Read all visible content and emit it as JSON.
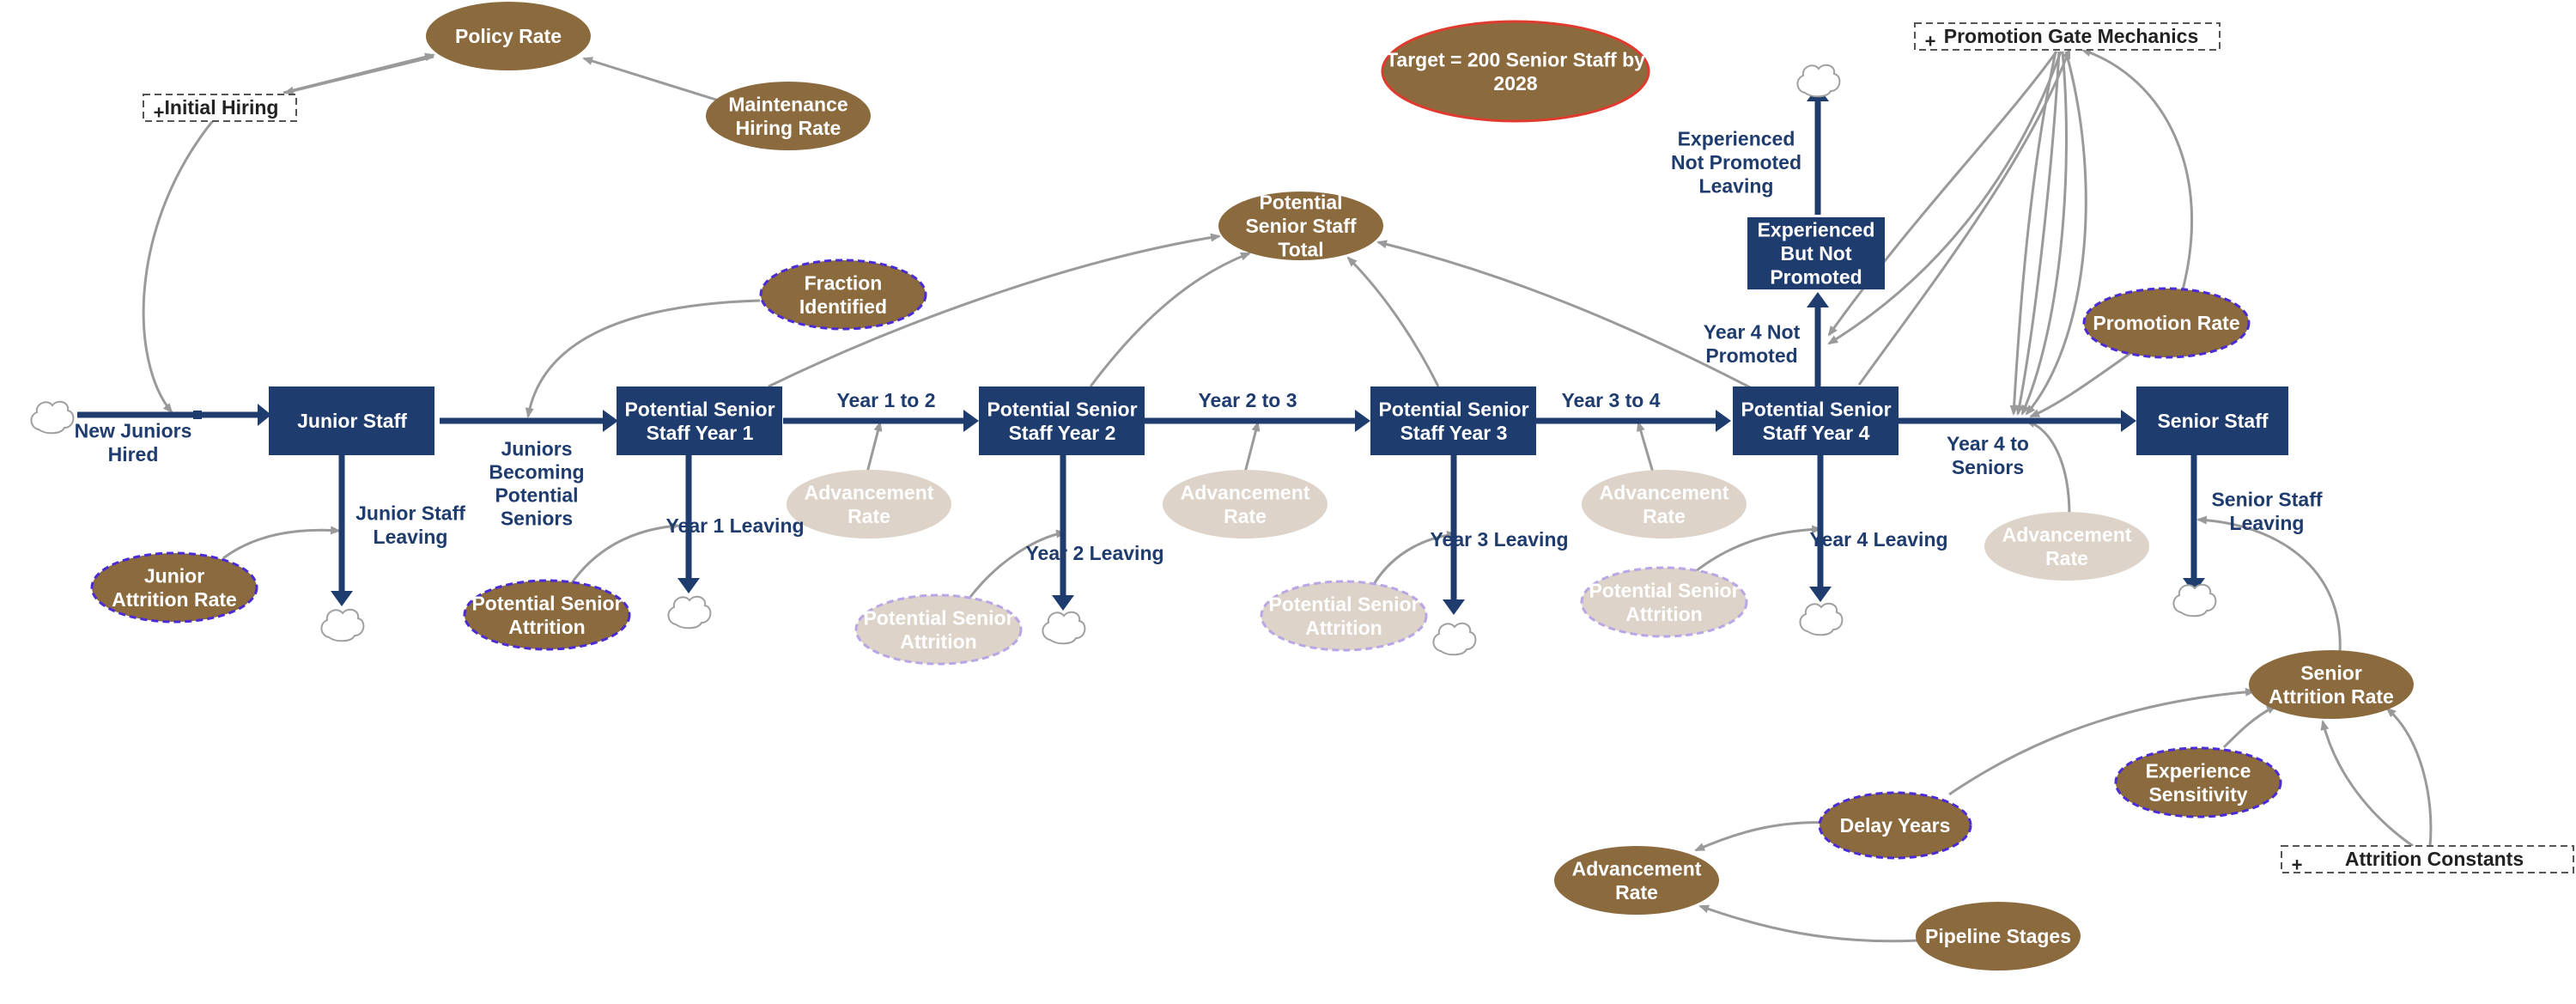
{
  "colors": {
    "stock": "#1f3c6e",
    "flow": "#1f3c6e",
    "aux": "#8b6a3e",
    "ghost_aux": "#ddd3c8",
    "link": "#9a9a9a",
    "dash_blue": "#4b2bd6",
    "target_border": "#e03a2e",
    "text_dark": "#1f3c6e",
    "white": "#ffffff"
  },
  "stocks": {
    "junior": "Junior Staff",
    "psy1": "Potential Senior Staff Year 1",
    "psy2": "Potential Senior Staff Year 2",
    "psy3": "Potential Senior Staff Year 3",
    "psy4": "Potential Senior Staff Year 4",
    "senior": "Senior Staff",
    "experienced": "Experienced But Not Promoted"
  },
  "flows": {
    "new_juniors": "New Juniors Hired",
    "juniors_becoming": "Juniors Becoming Potential Seniors",
    "y12": "Year 1 to 2",
    "y23": "Year 2 to 3",
    "y34": "Year 3 to 4",
    "y4s": "Year 4 to Seniors",
    "y4np": "Year 4 Not Promoted",
    "exp_leaving": "Experienced Not Promoted Leaving",
    "junior_leaving": "Junior Staff Leaving",
    "y1_leaving": "Year 1 Leaving",
    "y2_leaving": "Year 2 Leaving",
    "y3_leaving": "Year 3 Leaving",
    "y4_leaving": "Year 4 Leaving",
    "senior_leaving": "Senior Staff Leaving"
  },
  "auxiliaries": {
    "policy_rate": "Policy Rate",
    "maintenance_hiring": "Maintenance Hiring Rate",
    "target": "Target = 200 Senior Staff by 2028",
    "potential_total": "Potential Senior Staff Total",
    "fraction_identified": "Fraction Identified",
    "promotion_rate": "Promotion Rate",
    "junior_attrition": "Junior Attrition Rate",
    "psa_1": "Potential Senior Attrition",
    "psa_2": "Potential Senior Attrition",
    "psa_3": "Potential Senior Attrition",
    "psa_4": "Potential Senior Attrition",
    "adv_rate_1": "Advancement Rate",
    "adv_rate_2": "Advancement Rate",
    "adv_rate_3": "Advancement Rate",
    "adv_rate_4": "Advancement Rate",
    "senior_attrition": "Senior Attrition Rate",
    "experience_sensitivity": "Experience Sensitivity",
    "delay_years": "Delay Years",
    "advancement_rate_main": "Advancement Rate",
    "pipeline_stages": "Pipeline Stages"
  },
  "modules": {
    "initial_hiring": "Initial Hiring",
    "promotion_gate": "Promotion Gate Mechanics",
    "attrition_constants": "Attrition Constants"
  },
  "module_marker": "+"
}
